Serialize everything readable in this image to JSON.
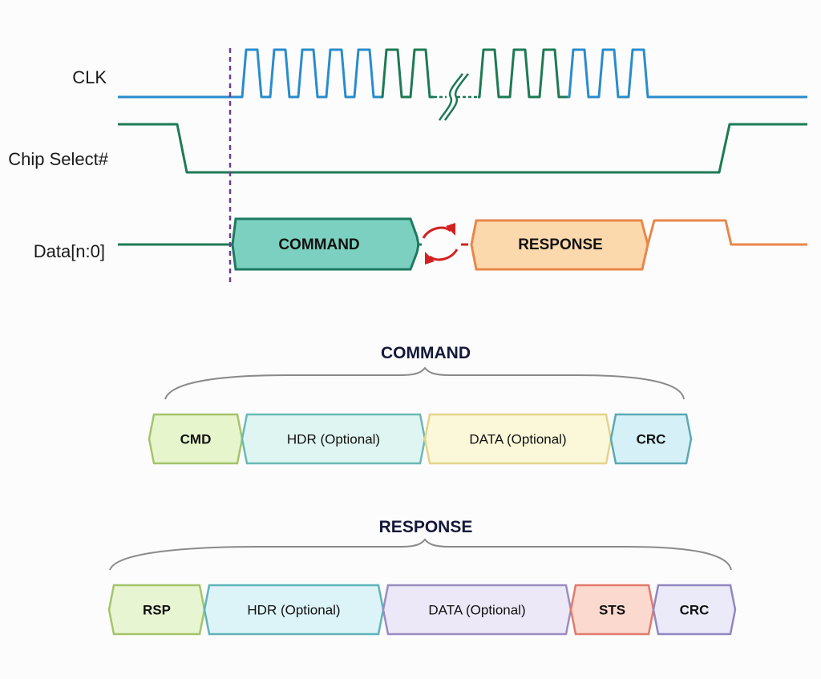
{
  "diagram": {
    "type": "timing-diagram",
    "signals": [
      {
        "id": "clk",
        "label": "CLK",
        "color": "#2a8ccc",
        "burst_color": "#1e7a55"
      },
      {
        "id": "cs",
        "label": "Chip Select#",
        "color": "#1e7a55"
      },
      {
        "id": "data",
        "label": "Data[n:0]",
        "color": "#1e7a55",
        "response_color": "#e8874a"
      }
    ],
    "data_phases": {
      "command": {
        "label": "COMMAND",
        "fill": "#7bd0bf",
        "stroke": "#1f7a60"
      },
      "turnaround": {
        "icon": "turnaround-arrows-icon",
        "color": "#d42020"
      },
      "response": {
        "label": "RESPONSE",
        "fill": "#fcd9ad",
        "stroke": "#e8874a"
      }
    },
    "marker": {
      "style": "dashed",
      "color": "#6a3d8f"
    },
    "clk_break": {
      "icon": "clock-break-icon"
    }
  },
  "command_packet": {
    "title": "COMMAND",
    "fields": [
      {
        "label": "CMD",
        "bold": true,
        "fill": "#e6f5cc",
        "stroke": "#a4c46a"
      },
      {
        "label": "HDR (Optional)",
        "bold": false,
        "fill": "#dff5f1",
        "stroke": "#6bb9b4"
      },
      {
        "label": "DATA (Optional)",
        "bold": false,
        "fill": "#fbf8d9",
        "stroke": "#e3d48a"
      },
      {
        "label": "CRC",
        "bold": true,
        "fill": "#d5f1f7",
        "stroke": "#5ba9b4"
      }
    ]
  },
  "response_packet": {
    "title": "RESPONSE",
    "fields": [
      {
        "label": "RSP",
        "bold": true,
        "fill": "#e8f5d2",
        "stroke": "#a4c46a"
      },
      {
        "label": "HDR (Optional)",
        "bold": false,
        "fill": "#dcf3f7",
        "stroke": "#5fb3b8"
      },
      {
        "label": "DATA (Optional)",
        "bold": false,
        "fill": "#ece8f7",
        "stroke": "#9b8cc2"
      },
      {
        "label": "STS",
        "bold": true,
        "fill": "#fbd9cf",
        "stroke": "#e27a6b"
      },
      {
        "label": "CRC",
        "bold": true,
        "fill": "#ebeaf9",
        "stroke": "#9286c0"
      }
    ]
  }
}
